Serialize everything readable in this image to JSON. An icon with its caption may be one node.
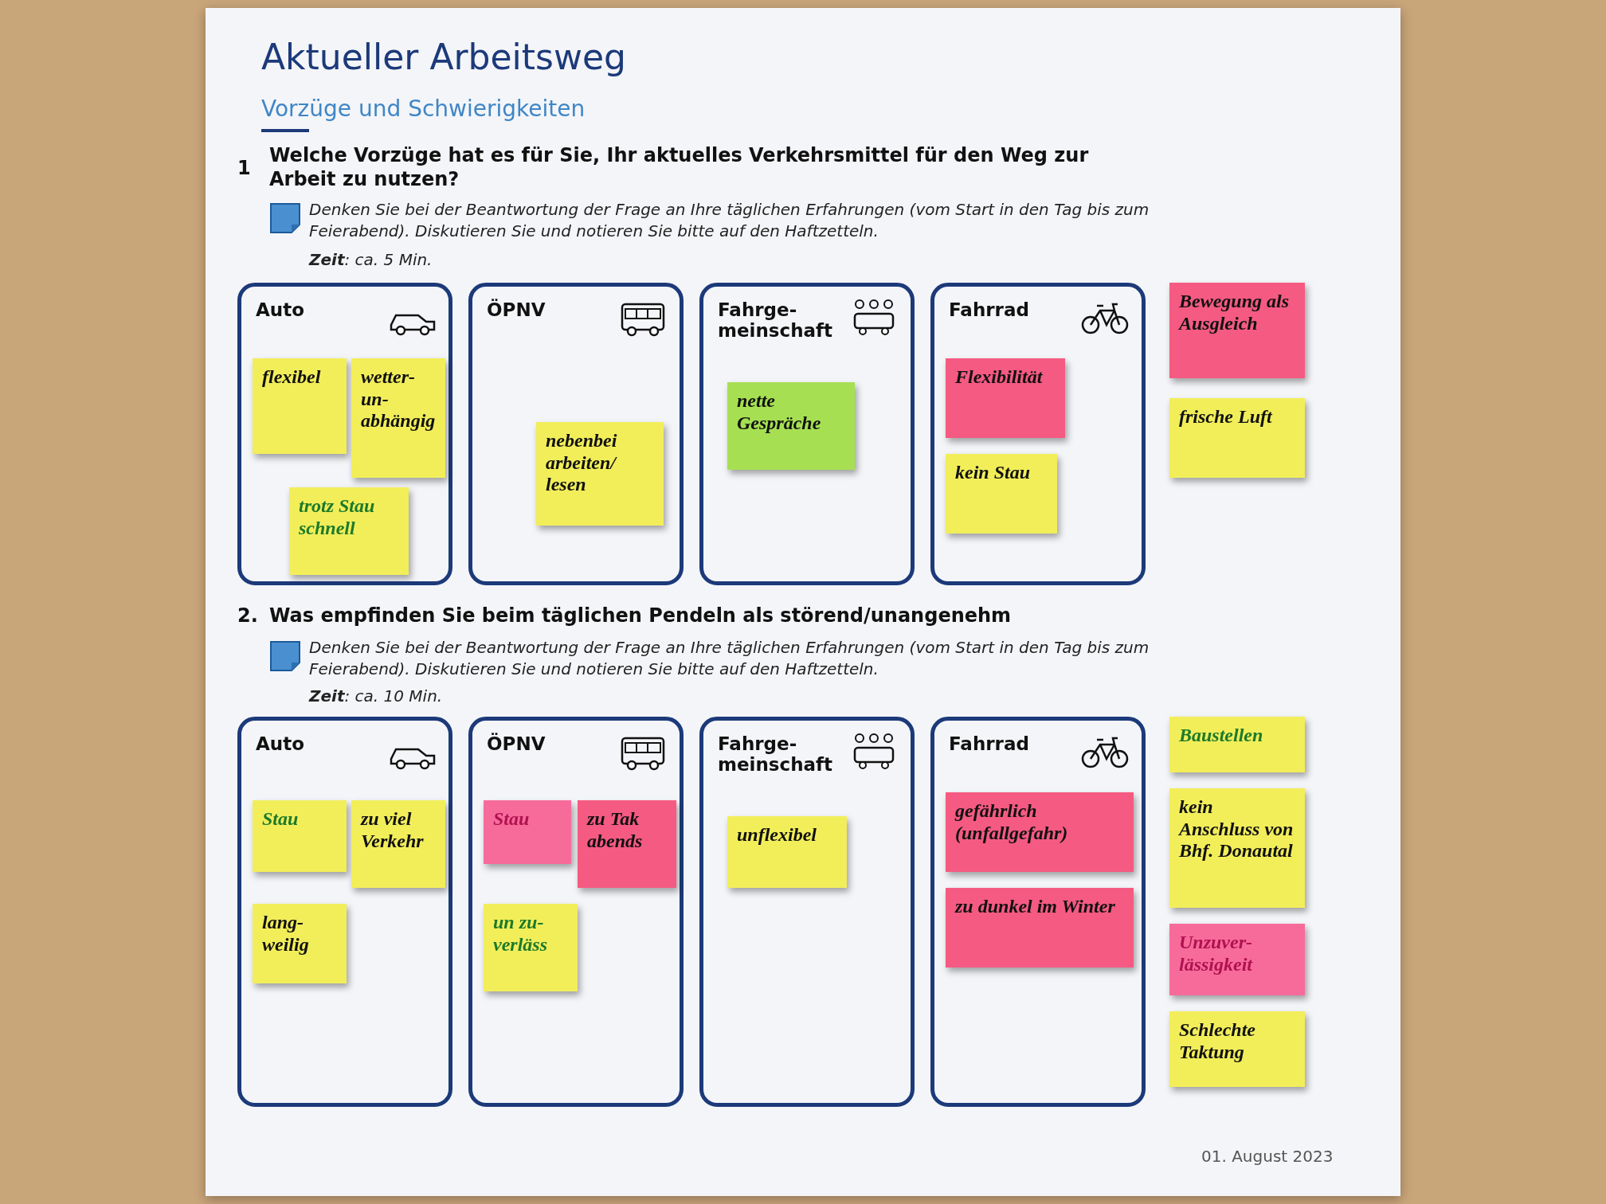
{
  "diagram": {
    "title": "Aktueller Arbeitsweg",
    "nodes": [
      {
        "text": [
          "Auto"
        ]
      },
      {
        "text": [
          "flexibel"
        ],
        "in": 0
      },
      {
        "text": [
          "wetter- un- abhängig"
        ],
        "in": 0
      },
      {
        "text": [
          "trotz Stau schnell"
        ],
        "in": 0
      },
      {
        "text": [
          "ÖPNV"
        ]
      },
      {
        "text": [
          "nebenbei arbeiten/ lesen"
        ],
        "in": 4
      },
      {
        "text": [
          "Fahrge- meinschaft"
        ]
      },
      {
        "text": [
          "nette Gespräche"
        ],
        "in": 6
      },
      {
        "text": [
          "Fahrrad"
        ]
      },
      {
        "text": [
          "Flexibilität"
        ],
        "in": 8
      },
      {
        "text": [
          "kein Stau"
        ],
        "in": 8
      },
      {
        "text": [
          "Bewegung als Ausgleich"
        ]
      },
      {
        "text": [
          "frische Luft"
        ]
      },
      {
        "text": [
          "Auto"
        ]
      },
      {
        "text": [
          "Stau"
        ],
        "in": 13
      },
      {
        "text": [
          "zu viel Verkehr"
        ],
        "in": 13
      },
      {
        "text": [
          "lang- weilig"
        ],
        "in": 13
      },
      {
        "text": [
          "ÖPNV"
        ]
      },
      {
        "text": [
          "Stau"
        ],
        "in": 17
      },
      {
        "text": [
          "zu Tak abends"
        ],
        "in": 17
      },
      {
        "text": [
          "un zu- verläss"
        ],
        "in": 17
      },
      {
        "text": [
          "Fahrge- meinschaft"
        ]
      },
      {
        "text": [
          "unflexibel"
        ],
        "in": 21
      },
      {
        "text": [
          "Fahrrad"
        ]
      },
      {
        "text": [
          "gefährlich (unfallgefahr)"
        ],
        "in": 23
      },
      {
        "text": [
          "zu dunkel im Winter"
        ],
        "in": 23
      },
      {
        "text": [
          "Baustellen"
        ]
      },
      {
        "text": [
          "kein Anschluss von Bhf. Donautal"
        ]
      },
      {
        "text": [
          "Unzuver- lässigkeit"
        ]
      },
      {
        "text": [
          "Schlechte Taktung"
        ]
      }
    ],
    "edges": [],
    "labels": [
      "Vorzüge und Schwierigkeiten",
      "1",
      "Welche Vorzüge hat es für Sie, Ihr aktuelles Verkehrsmittel für den Weg zur Arbeit zu nutzen?",
      "Denken Sie bei der Beantwortung der Frage an Ihre täglichen Erfahrungen (vom Start in den Tag bis zum Feierabend). Diskutieren Sie und notieren Sie bitte auf den Haftzetteln.",
      "**Zeit**: ca. 5 Min.",
      "2.",
      "Was empfinden Sie beim täglichen Pendeln als störend/unangenehm",
      "Denken Sie bei der Beantwortung der Frage an Ihre täglichen Erfahrungen (vom Start in den Tag bis zum Feierabend). Diskutieren Sie und notieren Sie bitte auf den Haftzetteln.",
      "**Zeit**: ca. 10 Min.",
      "01. August 2023"
    ]
  }
}
